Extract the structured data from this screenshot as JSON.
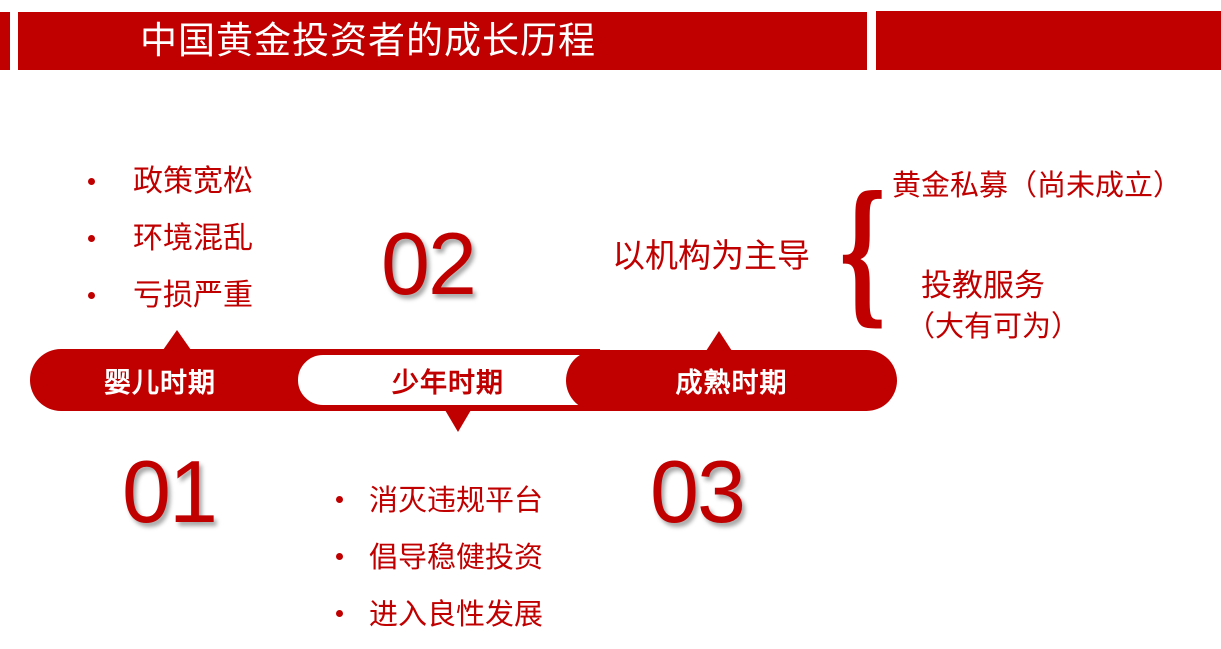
{
  "header": {
    "title": "中国黄金投资者的成长历程",
    "accent_color": "#c00000"
  },
  "timeline": {
    "stages": [
      {
        "number": "01",
        "label": "婴儿时期"
      },
      {
        "number": "02",
        "label": "少年时期"
      },
      {
        "number": "03",
        "label": "成熟时期"
      }
    ]
  },
  "infant": {
    "bullets": [
      "政策宽松",
      "环境混乱",
      "亏损严重"
    ]
  },
  "youth": {
    "bullets": [
      "消灭违规平台",
      "倡导稳健投资",
      "进入良性发展"
    ]
  },
  "mature": {
    "main": "以机构为主导",
    "brace": "{",
    "branch1": "黄金私募（尚未成立）",
    "branch2_line1": "投教服务",
    "branch2_line2": "（大有可为）"
  }
}
